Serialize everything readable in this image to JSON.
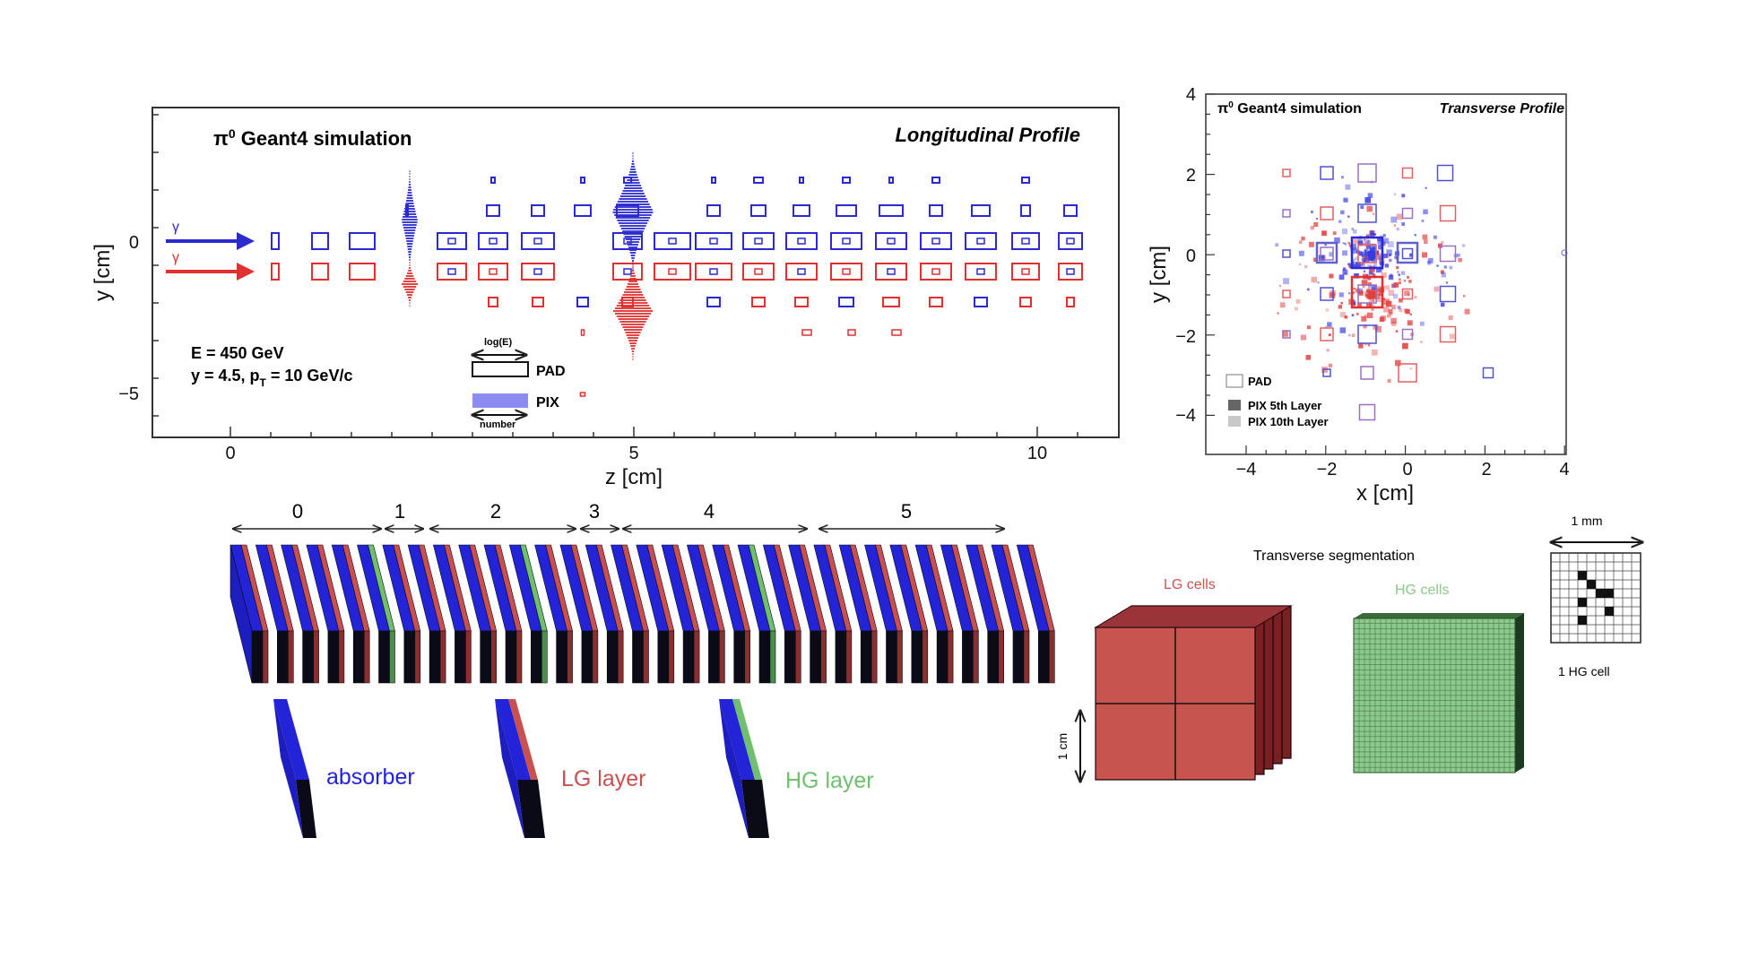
{
  "longitudinal": {
    "sim_title": "π⁰ Geant4 simulation",
    "sim_title_symbol": "π",
    "sim_title_sup": "0",
    "sim_title_rest": " Geant4 simulation",
    "profile_title": "Longitudinal Profile",
    "xlabel": "z [cm]",
    "ylabel": "y [cm]",
    "x_ticks": [
      "0",
      "5",
      "10"
    ],
    "y_ticks": [
      "0",
      "−5"
    ],
    "energy_line": "E = 450 GeV",
    "kin_line_a": "y = 4.5, p",
    "kin_line_sub": "T",
    "kin_line_b": " = 10 GeV/c",
    "gamma_label": "γ",
    "legend_loge": "log(E)",
    "legend_pad": "PAD",
    "legend_pix": "PIX",
    "legend_number": "number",
    "colors": {
      "photon1": "#2a2ad0",
      "photon2": "#e03030",
      "pix": "#8c8cf0"
    }
  },
  "transverse": {
    "sim_title_symbol": "π",
    "sim_title_sup": "0",
    "sim_title_rest": " Geant4 simulation",
    "profile_title": "Transverse Profile",
    "xlabel": "x [cm]",
    "ylabel": "y [cm]",
    "x_ticks": [
      "−4",
      "−2",
      "0",
      "2",
      "4"
    ],
    "y_ticks": [
      "4",
      "2",
      "0",
      "−2",
      "−4"
    ],
    "legend_pad": "PAD",
    "legend_pix5": "PIX 5th Layer",
    "legend_pix10": "PIX 10th Layer"
  },
  "detector": {
    "section_numbers": [
      "0",
      "1",
      "2",
      "3",
      "4",
      "5"
    ],
    "absorber_label": "absorber",
    "lg_layer_label": "LG layer",
    "hg_layer_label": "HG layer",
    "colors": {
      "absorber": "#2323d8",
      "lg": "#c85050",
      "hg": "#6fbf6f",
      "dark": "#0b0b18"
    }
  },
  "segmentation": {
    "title": "Transverse segmentation",
    "lg_cells": "LG cells",
    "hg_cells": "HG cells",
    "one_cm": "1 cm",
    "one_mm": "1 mm",
    "one_hg_cell": "1 HG cell",
    "colors": {
      "lg": "#c85450",
      "hg": "#8cc98c"
    }
  }
}
